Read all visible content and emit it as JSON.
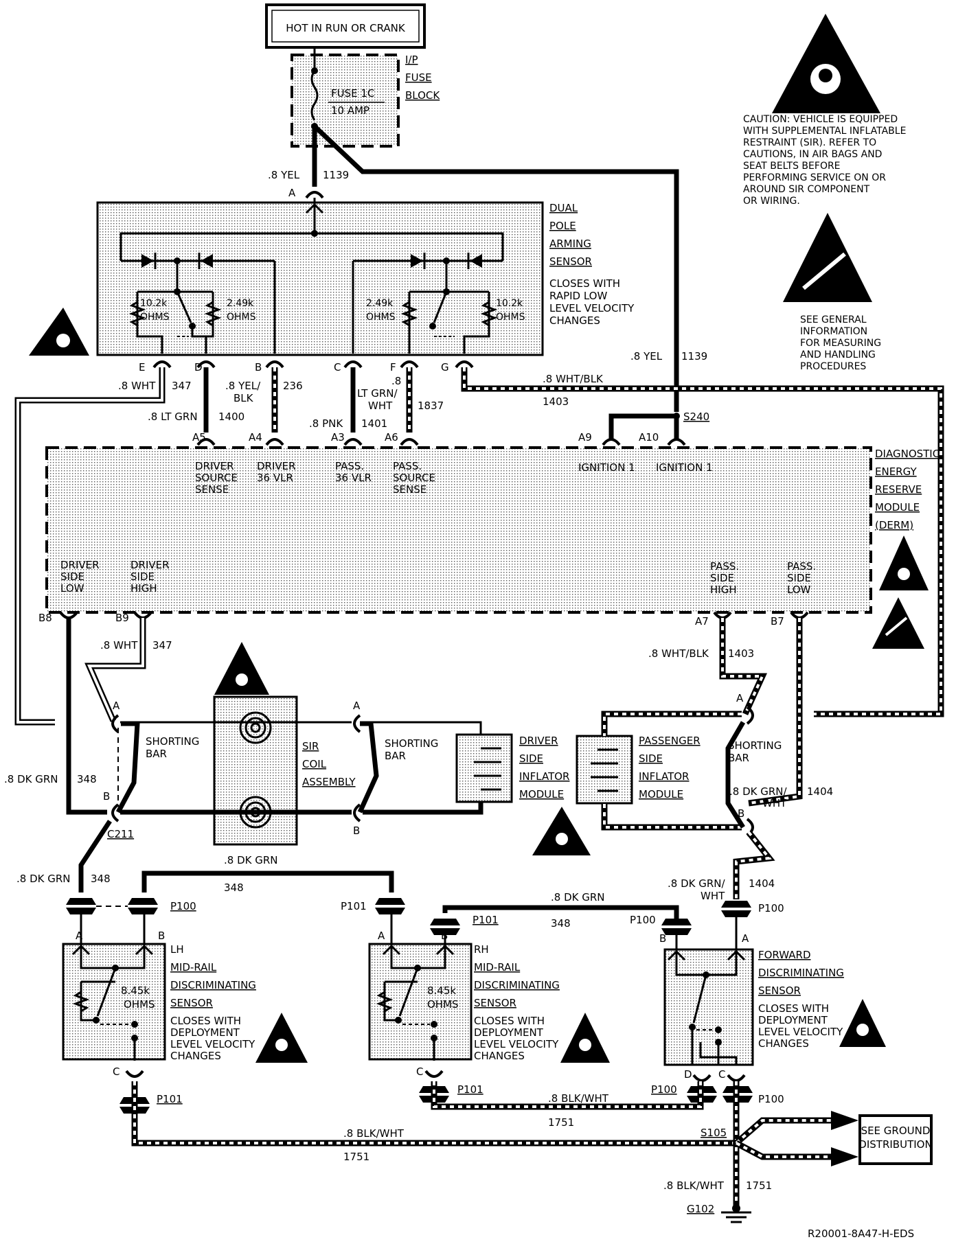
{
  "power": {
    "label": "HOT IN RUN OR CRANK"
  },
  "fuse_block": {
    "line1": "I/P",
    "line2": "FUSE",
    "line3": "BLOCK",
    "fuse": "FUSE 1C",
    "rating": "10 AMP"
  },
  "caution": {
    "lines": [
      "CAUTION: VEHICLE IS EQUIPPED",
      "WITH SUPPLEMENTAL INFLATABLE",
      "RESTRAINT (SIR). REFER TO",
      "CAUTIONS, IN AIR BAGS AND",
      "SEAT BELTS BEFORE",
      "PERFORMING SERVICE ON OR",
      "AROUND SIR COMPONENT",
      "OR WIRING."
    ]
  },
  "esd": {
    "lines": [
      "SEE GENERAL",
      "INFORMATION",
      "FOR MEASURING",
      "AND HANDLING",
      "PROCEDURES"
    ]
  },
  "arming": {
    "l1": "DUAL",
    "l2": "POLE",
    "l3": "ARMING",
    "l4": "SENSOR",
    "d1": "CLOSES WITH",
    "d2": "RAPID LOW",
    "d3": "LEVEL VELOCITY",
    "d4": "CHANGES",
    "r1": "10.2k",
    "r1u": "OHMS",
    "r2": "2.49k",
    "r2u": "OHMS",
    "r3": "2.49k",
    "r3u": "OHMS",
    "r4": "10.2k",
    "r4u": "OHMS"
  },
  "pins_top": {
    "A": "A",
    "E": "E",
    "D": "D",
    "B": "B",
    "C": "C",
    "F": "F",
    "G": "G"
  },
  "wires": {
    "w1139": ".8 YEL",
    "n1139": "1139",
    "w1139b": ".8 YEL",
    "n1139b": "1139",
    "w347": ".8 WHT",
    "n347": "347",
    "w1400": ".8 LT GRN",
    "n1400": "1400",
    "w236a": ".8 YEL/",
    "w236b": "BLK",
    "n236": "236",
    "w1401": ".8 PNK",
    "n1401": "1401",
    "w1837a": ".8",
    "w1837b": "LT GRN/",
    "w1837c": "WHT",
    "n1837": "1837",
    "w1403": ".8 WHT/BLK",
    "n1403": "1403",
    "w347b": ".8 WHT",
    "n347b": "347",
    "w1403b": ".8 WHT/BLK",
    "n1403b": "1403",
    "w348a": ".8 DK GRN",
    "n348a": "348",
    "w1404a": ".8 DK GRN/",
    "w1404b": "WHT",
    "n1404": "1404",
    "w348b": ".8 DK GRN",
    "n348b": "348",
    "w348c": ".8 DK GRN",
    "n348c": "348",
    "w348d": ".8 DK GRN",
    "n348d": "348",
    "w1404c": ".8 DK GRN/",
    "w1404d": "WHT",
    "n1404b": "1404",
    "w1751a": ".8 BLK/WHT",
    "n1751a": "1751",
    "w1751b": ".8 BLK/WHT",
    "n1751b": "1751",
    "w1751c": ".8 BLK/WHT",
    "n1751c": "1751"
  },
  "derm": {
    "l1": "DIAGNOSTIC",
    "l2": "ENERGY",
    "l3": "RESERVE",
    "l4": "MODULE",
    "l5": "(DERM)",
    "p_a5": "A5",
    "p_a4": "A4",
    "p_a3": "A3",
    "p_a6": "A6",
    "p_a9": "A9",
    "p_a10": "A10",
    "s240": "S240",
    "dss1": "DRIVER",
    "dss2": "SOURCE",
    "dss3": "SENSE",
    "d36a": "DRIVER",
    "d36b": "36 VLR",
    "p36a": "PASS.",
    "p36b": "36 VLR",
    "pss1": "PASS.",
    "pss2": "SOURCE",
    "pss3": "SENSE",
    "ign1": "IGNITION 1",
    "ign2": "IGNITION 1",
    "dsl1": "DRIVER",
    "dsl2": "SIDE",
    "dsl3": "LOW",
    "dsh1": "DRIVER",
    "dsh2": "SIDE",
    "dsh3": "HIGH",
    "psh1": "PASS.",
    "psh2": "SIDE",
    "psh3": "HIGH",
    "psl1": "PASS.",
    "psl2": "SIDE",
    "psl3": "LOW",
    "p_b8": "B8",
    "p_b9": "B9",
    "p_a7": "A7",
    "p_b7": "B7"
  },
  "coil": {
    "l1": "SIR",
    "l2": "COIL",
    "l3": "ASSEMBLY",
    "c211": "C211",
    "pa1": "A",
    "pb1": "B",
    "pa2": "A",
    "pb2": "B",
    "sb1a": "SHORTING",
    "sb1b": "BAR",
    "sb2a": "SHORTING",
    "sb2b": "BAR"
  },
  "dinf": {
    "l1": "DRIVER",
    "l2": "SIDE",
    "l3": "INFLATOR",
    "l4": "MODULE"
  },
  "pinf": {
    "l1": "PASSENGER",
    "l2": "SIDE",
    "l3": "INFLATOR",
    "l4": "MODULE",
    "sb1": "SHORTING",
    "sb2": "BAR",
    "pa": "A",
    "pb": "B"
  },
  "lh": {
    "l1": "LH",
    "l2": "MID-RAIL",
    "l3": "DISCRIMINATING",
    "l4": "SENSOR",
    "d1": "CLOSES WITH",
    "d2": "DEPLOYMENT",
    "d3": "LEVEL VELOCITY",
    "d4": "CHANGES",
    "r": "8.45k",
    "ru": "OHMS",
    "pa": "A",
    "pb": "B",
    "pc": "C",
    "p100": "P100",
    "p101": "P101"
  },
  "rh": {
    "l1": "RH",
    "l2": "MID-RAIL",
    "l3": "DISCRIMINATING",
    "l4": "SENSOR",
    "d1": "CLOSES WITH",
    "d2": "DEPLOYMENT",
    "d3": "LEVEL VELOCITY",
    "d4": "CHANGES",
    "r": "8.45k",
    "ru": "OHMS",
    "pa": "A",
    "pb": "B",
    "pc": "C",
    "p101a": "P101",
    "p101b": "P101",
    "p101c": "P101"
  },
  "fwd": {
    "l1": "FORWARD",
    "l2": "DISCRIMINATING",
    "l3": "SENSOR",
    "d1": "CLOSES WITH",
    "d2": "DEPLOYMENT",
    "d3": "LEVEL VELOCITY",
    "d4": "CHANGES",
    "pa": "A",
    "pb": "B",
    "pc": "C",
    "pd": "D",
    "p100a": "P100",
    "p100b": "P100",
    "p100c": "P100",
    "p100d": "P100"
  },
  "ground": {
    "s105": "S105",
    "g102": "G102",
    "see1": "SEE GROUND",
    "see2": "DISTRIBUTION"
  },
  "footer": {
    "code": "R20001-8A47-H-EDS"
  }
}
